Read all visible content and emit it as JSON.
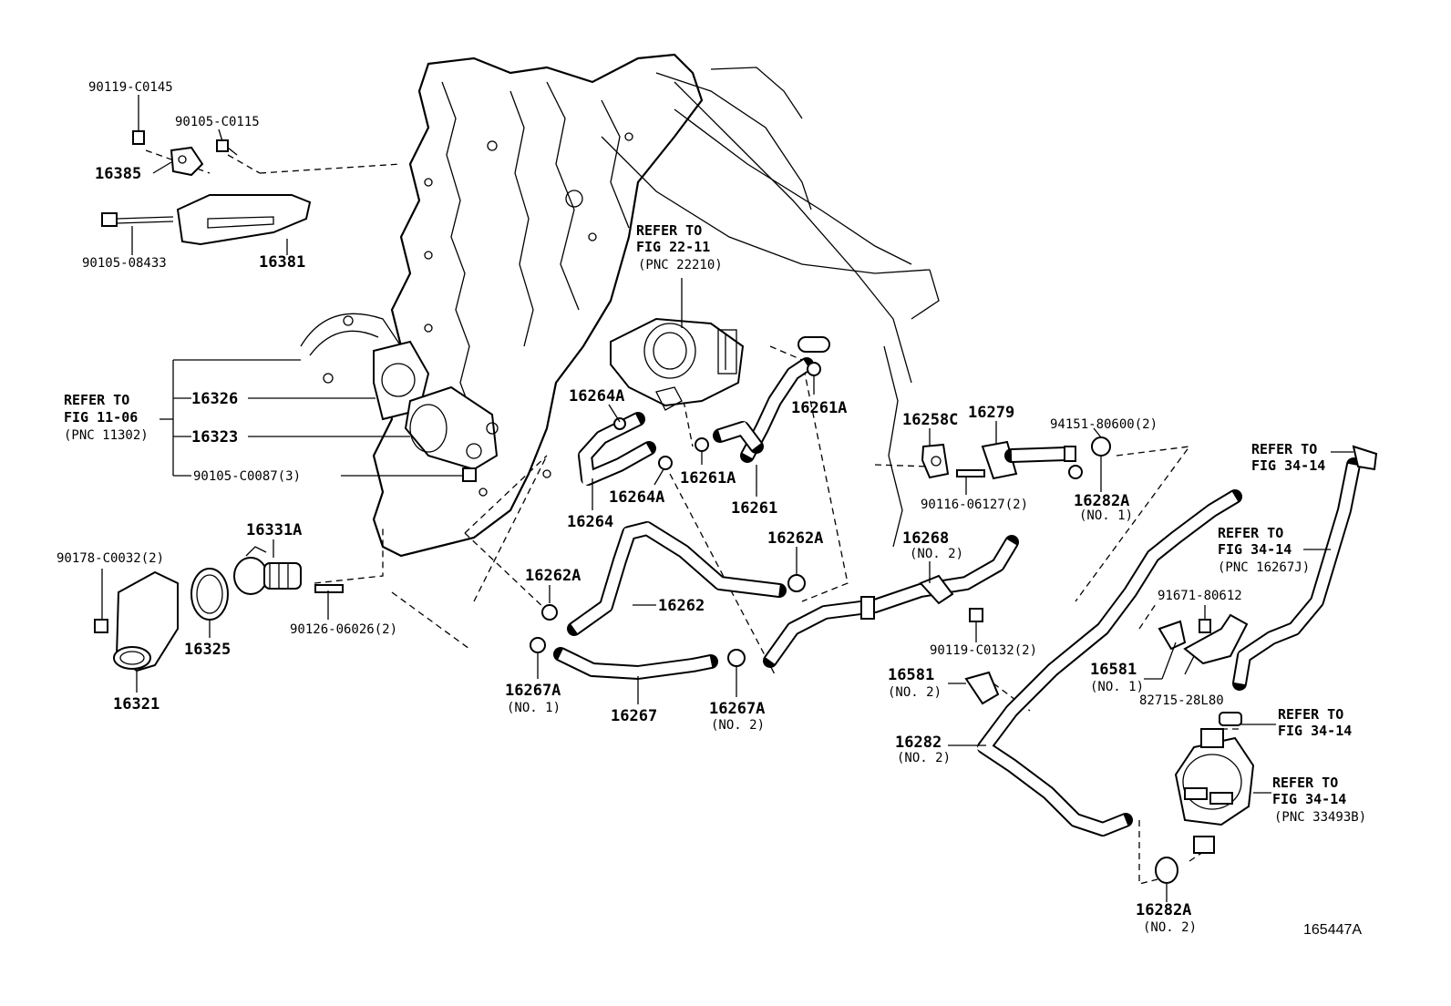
{
  "parts": {
    "p90119_c0145": "90119-C0145",
    "p90105_c0115": "90105-C0115",
    "p16385": "16385",
    "p90105_08433": "90105-08433",
    "p16381": "16381",
    "p16326": "16326",
    "p16323": "16323",
    "p90105_c0087": "90105-C0087(3)",
    "p16331a": "16331A",
    "p90178_c0032": "90178-C0032(2)",
    "p16325": "16325",
    "p16321": "16321",
    "p90126_06026": "90126-06026(2)",
    "p16264a_1": "16264A",
    "p16264a_2": "16264A",
    "p16264": "16264",
    "p16261a_1": "16261A",
    "p16261a_2": "16261A",
    "p16261": "16261",
    "p16262a_1": "16262A",
    "p16262a_2": "16262A",
    "p16262": "16262",
    "p16267a_1": "16267A",
    "p16267a_1_no": "(NO. 1)",
    "p16267": "16267",
    "p16267a_2": "16267A",
    "p16267a_2_no": "(NO. 2)",
    "p16258c": "16258C",
    "p16279": "16279",
    "p94151_80600": "94151-80600(2)",
    "p90116_06127": "90116-06127(2)",
    "p16282a_1": "16282A",
    "p16282a_1_no": "(NO. 1)",
    "p16268": "16268",
    "p16268_no": "(NO. 2)",
    "p90119_c0132": "90119-C0132(2)",
    "p16581_2": "16581",
    "p16581_2_no": "(NO. 2)",
    "p16282": "16282",
    "p16282_no": "(NO. 2)",
    "p16581_1": "16581",
    "p16581_1_no": "(NO. 1)",
    "p91671_80612": "91671-80612",
    "p82715_28l80": "82715-28L80",
    "p16282a_2": "16282A",
    "p16282a_2_no": "(NO. 2)"
  },
  "refs": {
    "r1_line1": "REFER TO",
    "r1_line2": "FIG 22-11",
    "r1_line3": "(PNC 22210)",
    "r2_line1": "REFER TO",
    "r2_line2": "FIG 11-06",
    "r2_line3": "(PNC 11302)",
    "r3_line1": "REFER TO",
    "r3_line2": "FIG 34-14",
    "r4_line1": "REFER TO",
    "r4_line2": "FIG 34-14",
    "r4_line3": "(PNC 16267J)",
    "r5_line1": "REFER TO",
    "r5_line2": "FIG 34-14",
    "r6_line1": "REFER TO",
    "r6_line2": "FIG 34-14",
    "r6_line3": "(PNC 33493B)"
  },
  "figure_id": "165447A"
}
